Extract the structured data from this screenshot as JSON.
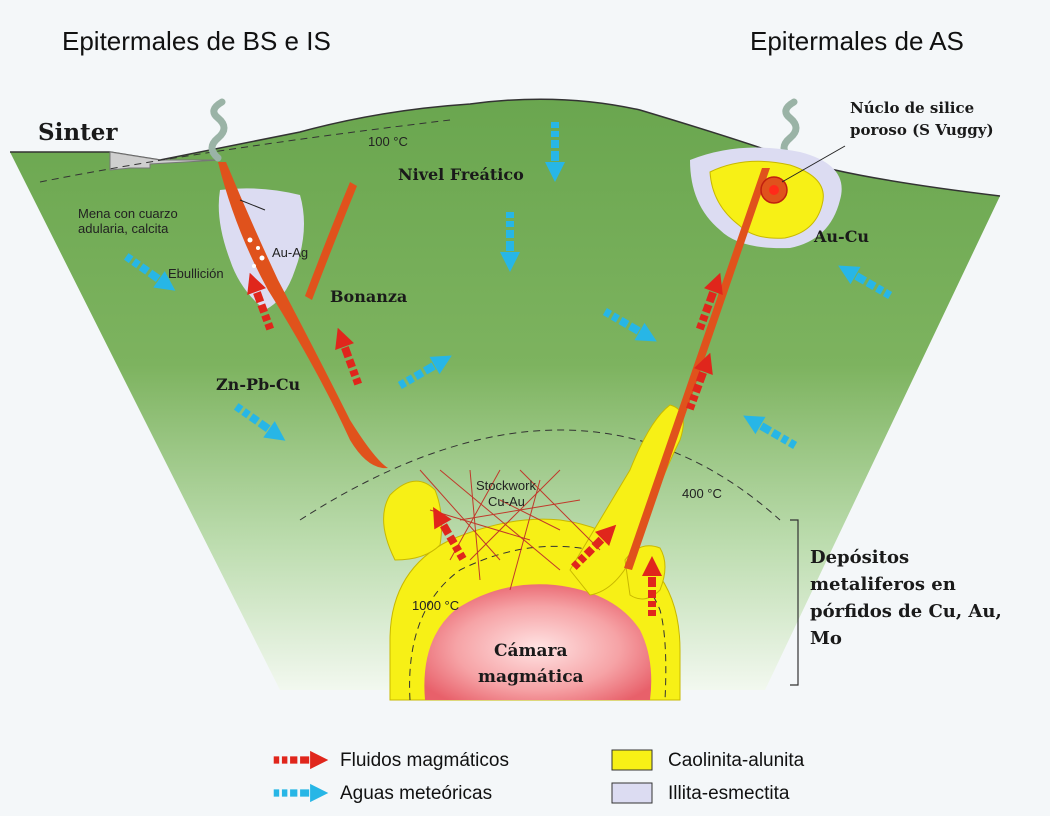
{
  "titles": {
    "left": "Epitermales de BS e IS",
    "right": "Epitermales de AS"
  },
  "labels": {
    "sinter": "Sinter",
    "temp_100": "100 °C",
    "nivel_freatico": "Nivel Freático",
    "nucleo_line1": "Núclo de silice",
    "nucleo_line2": "poroso (S Vuggy)",
    "mena_line1": "Mena con cuarzo",
    "mena_line2": "adularia, calcita",
    "au_ag": "Au-Ag",
    "ebullicion": "Ebullición",
    "bonanza": "Bonanza",
    "zn_pb_cu": "Zn-Pb-Cu",
    "au_cu": "Au-Cu",
    "stockwork_line1": "Stockwork",
    "stockwork_line2": "Cu-Au",
    "temp_400": "400 °C",
    "temp_1000": "1000 °C",
    "camara_line1": "Cámara",
    "camara_line2": "magmática",
    "depositos_lines": [
      "Depósitos",
      "metaliferos en",
      "pórfidos de Cu, Au,",
      "Mo"
    ]
  },
  "legend": [
    {
      "label": "Fluidos magmáticos",
      "symbol": "red-arrow-icon",
      "color": "#e0261c"
    },
    {
      "label": "Aguas meteóricas",
      "symbol": "blue-arrow-icon",
      "color": "#27b6e6"
    },
    {
      "label": "Caolinita-alunita",
      "symbol": "yellow-swatch",
      "color": "#f7f016"
    },
    {
      "label": "Illita-esmectita",
      "symbol": "lavender-swatch",
      "color": "#dcdcf2"
    }
  ],
  "colors": {
    "green": "#5f9e4a",
    "red_vein": "#e0521c",
    "yellow": "#f7f016",
    "lavender": "#dcdcf2",
    "magma": "#ef6b74",
    "blue_arrow": "#27b6e6",
    "red_arrow": "#e0261c"
  }
}
